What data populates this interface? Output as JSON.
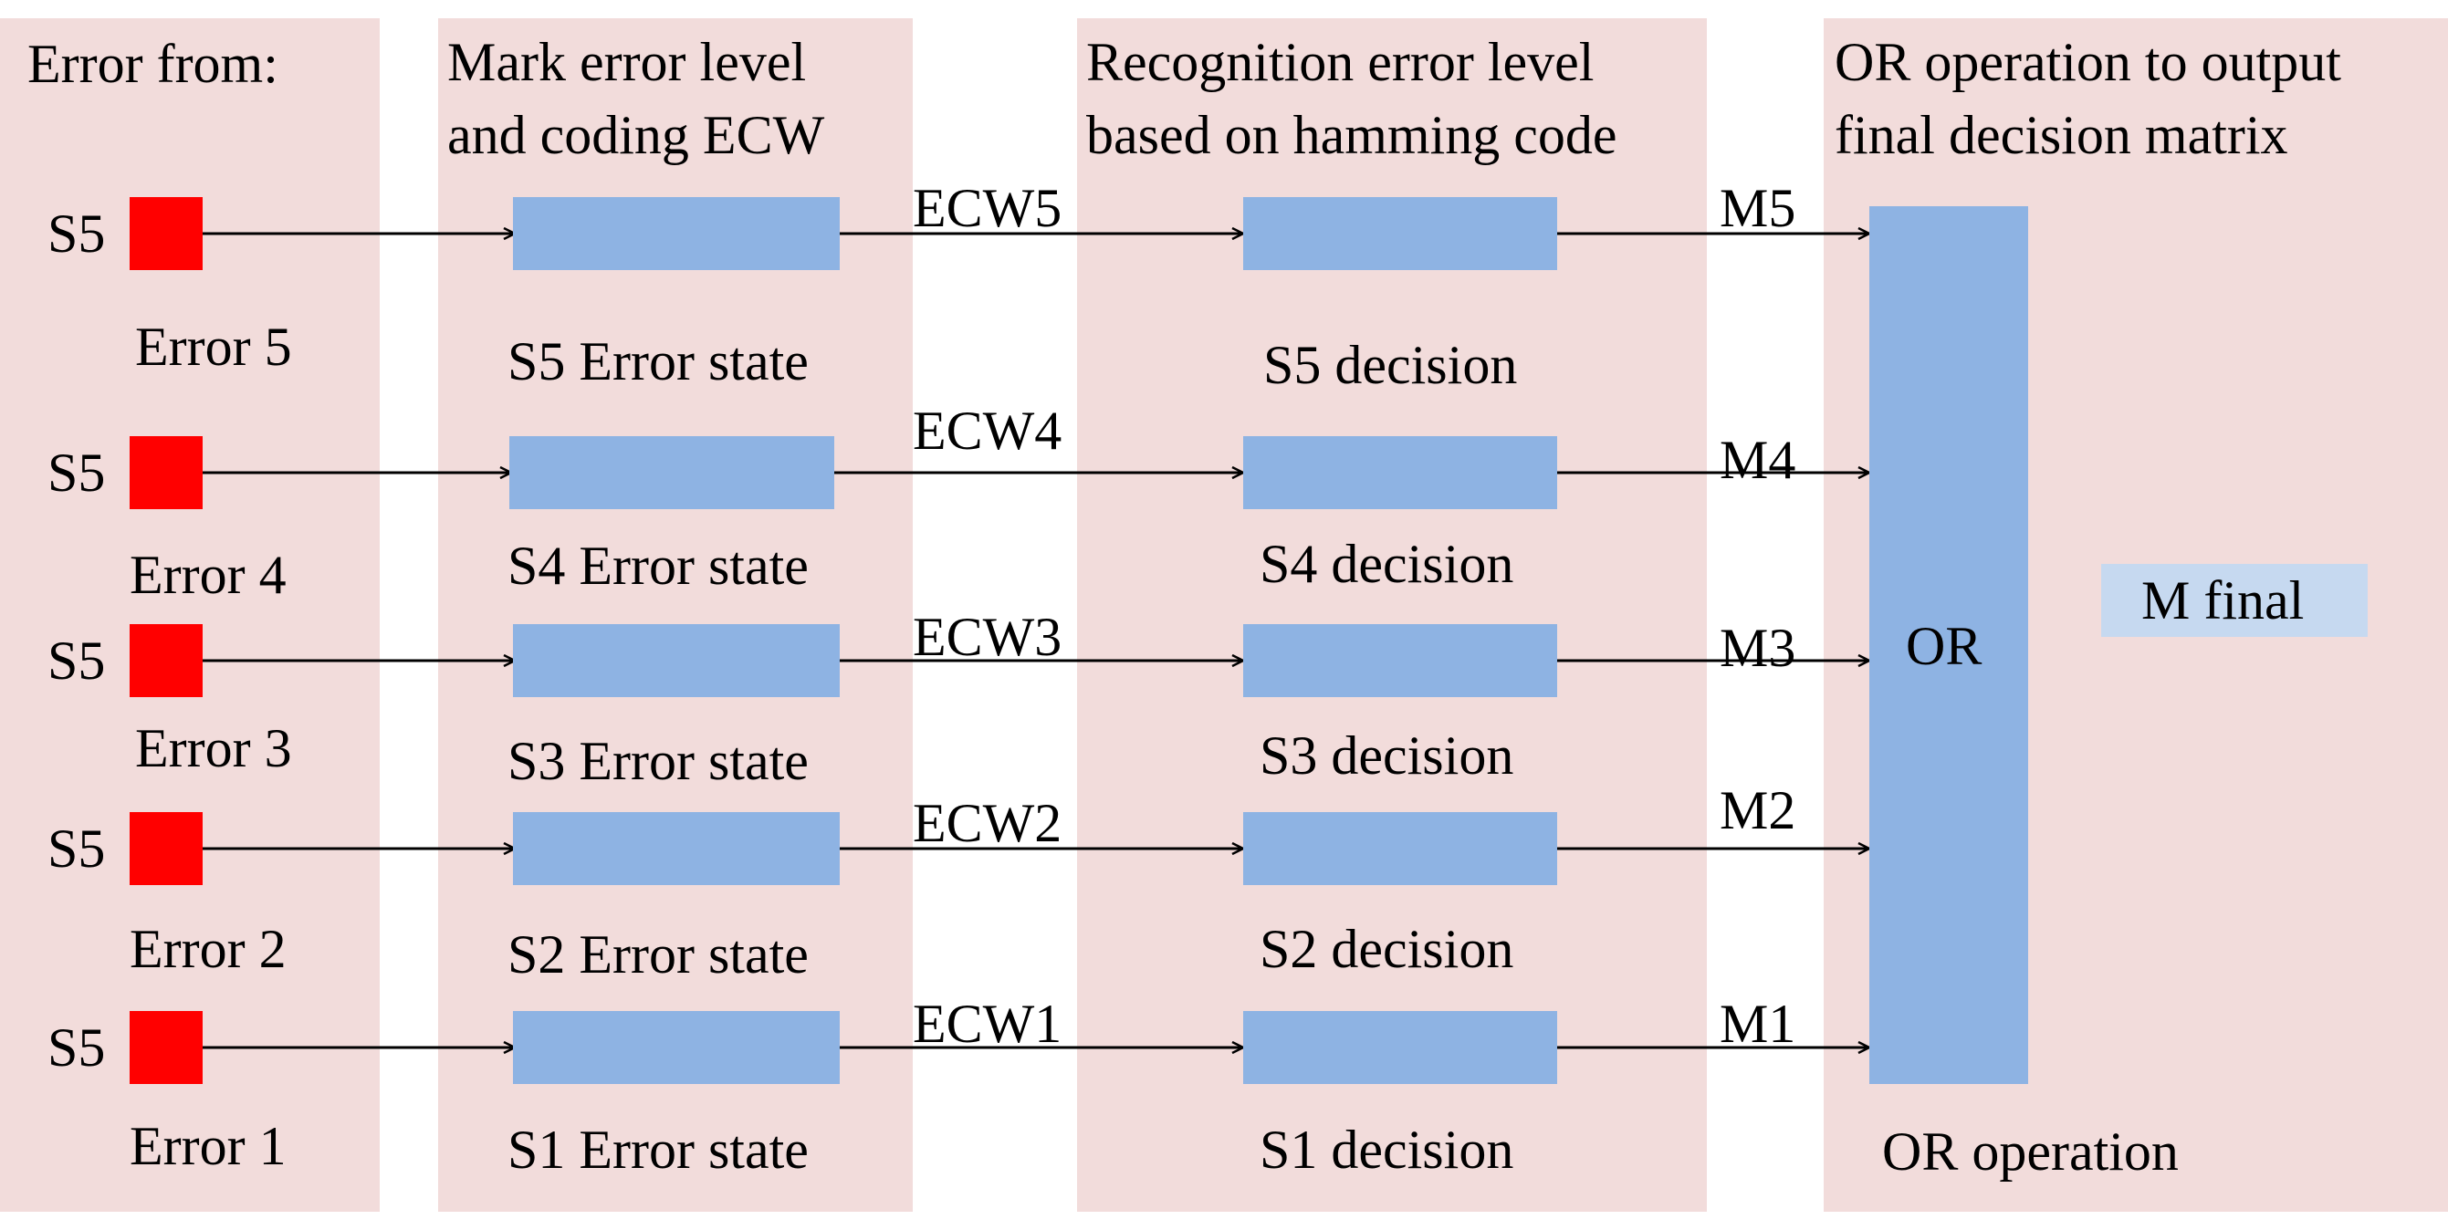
{
  "headers": {
    "error_from": "Error from:",
    "mark_line1": "Mark error level",
    "mark_line2": "and coding ECW",
    "recog_line1": "Recognition error level",
    "recog_line2": "based on hamming code",
    "or_line1": "OR operation to output",
    "or_line2": "final decision matrix"
  },
  "rows": [
    {
      "source": "S5",
      "error": "Error 5",
      "state": "S5 Error state",
      "ecw": "ECW5",
      "decision": "S5 decision",
      "m": "M5"
    },
    {
      "source": "S5",
      "error": "Error 4",
      "state": "S4 Error state",
      "ecw": "ECW4",
      "decision": "S4 decision",
      "m": "M4"
    },
    {
      "source": "S5",
      "error": "Error 3",
      "state": "S3 Error state",
      "ecw": "ECW3",
      "decision": "S3 decision",
      "m": "M3"
    },
    {
      "source": "S5",
      "error": "Error 2",
      "state": "S2 Error state",
      "ecw": "ECW2",
      "decision": "S2 decision",
      "m": "M2"
    },
    {
      "source": "S5",
      "error": "Error 1",
      "state": "S1 Error state",
      "ecw": "ECW1",
      "decision": "S1 decision",
      "m": "M1"
    }
  ],
  "or_block": {
    "label": "OR",
    "caption": "OR operation"
  },
  "output": {
    "label": "M final"
  },
  "colors": {
    "panel": "#f2dcdb",
    "block": "#8eb3e3",
    "error_marker": "#ff0000",
    "final_box": "#c6d9f0"
  }
}
